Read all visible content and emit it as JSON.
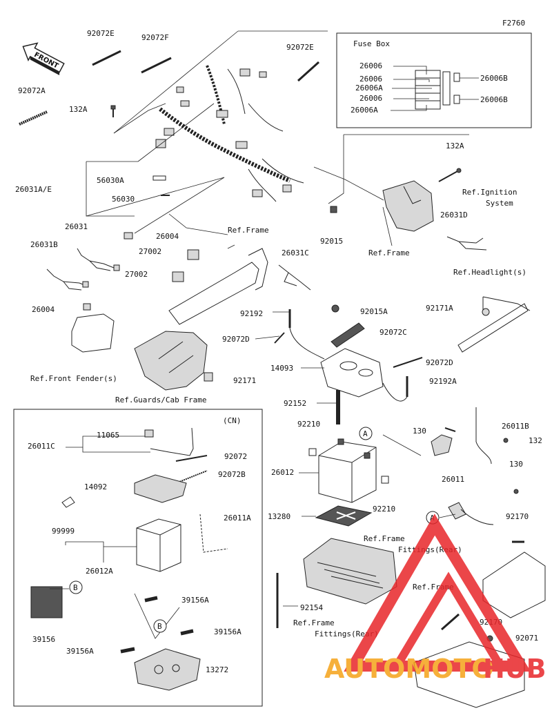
{
  "figure_code": "F2760",
  "front_label": "FRONT",
  "fuse_box": {
    "title": "Fuse Box",
    "labels": [
      "26006",
      "26006",
      "26006A",
      "26006",
      "26006A",
      "26006B",
      "26006B"
    ]
  },
  "cn_panel": {
    "title": "(CN)"
  },
  "parts": [
    "92072E",
    "92072F",
    "92072E",
    "92072A",
    "132A",
    "26031A/E",
    "56030A",
    "56030",
    "26004",
    "132A",
    "Ref.Ignition",
    "System",
    "26031D",
    "Ref.Frame",
    "92015",
    "26031",
    "26031B",
    "27002",
    "27002",
    "Ref.Frame",
    "26031C",
    "Ref.Headlight(s)",
    "26004",
    "92192",
    "92015A",
    "92171A",
    "92072D",
    "92072C",
    "Ref.Front Fender(s)",
    "14093",
    "92072D",
    "92192A",
    "92171",
    "Ref.Guards/Cab Frame",
    "92152",
    "26011B",
    "92210",
    "130",
    "132",
    "11065",
    "26011C",
    "92072",
    "26012",
    "92072B",
    "130",
    "14092",
    "26011",
    "26011A",
    "92210",
    "99999",
    "13280",
    "92170",
    "Ref.Frame",
    "Fittings(Rear)",
    "26012A",
    "Ref.Frame",
    "39156A",
    "39156A",
    "92154",
    "Ref.Frame",
    "Fittings(Rear)",
    "92170",
    "39156",
    "39156A",
    "92071",
    "13272"
  ],
  "callouts": [
    "A",
    "A",
    "B",
    "B"
  ],
  "watermark": {
    "text_left": "AUTOMOTO",
    "text_right": "HUB",
    "color_main": "#e8262a",
    "color_accent": "#f5a31a"
  }
}
